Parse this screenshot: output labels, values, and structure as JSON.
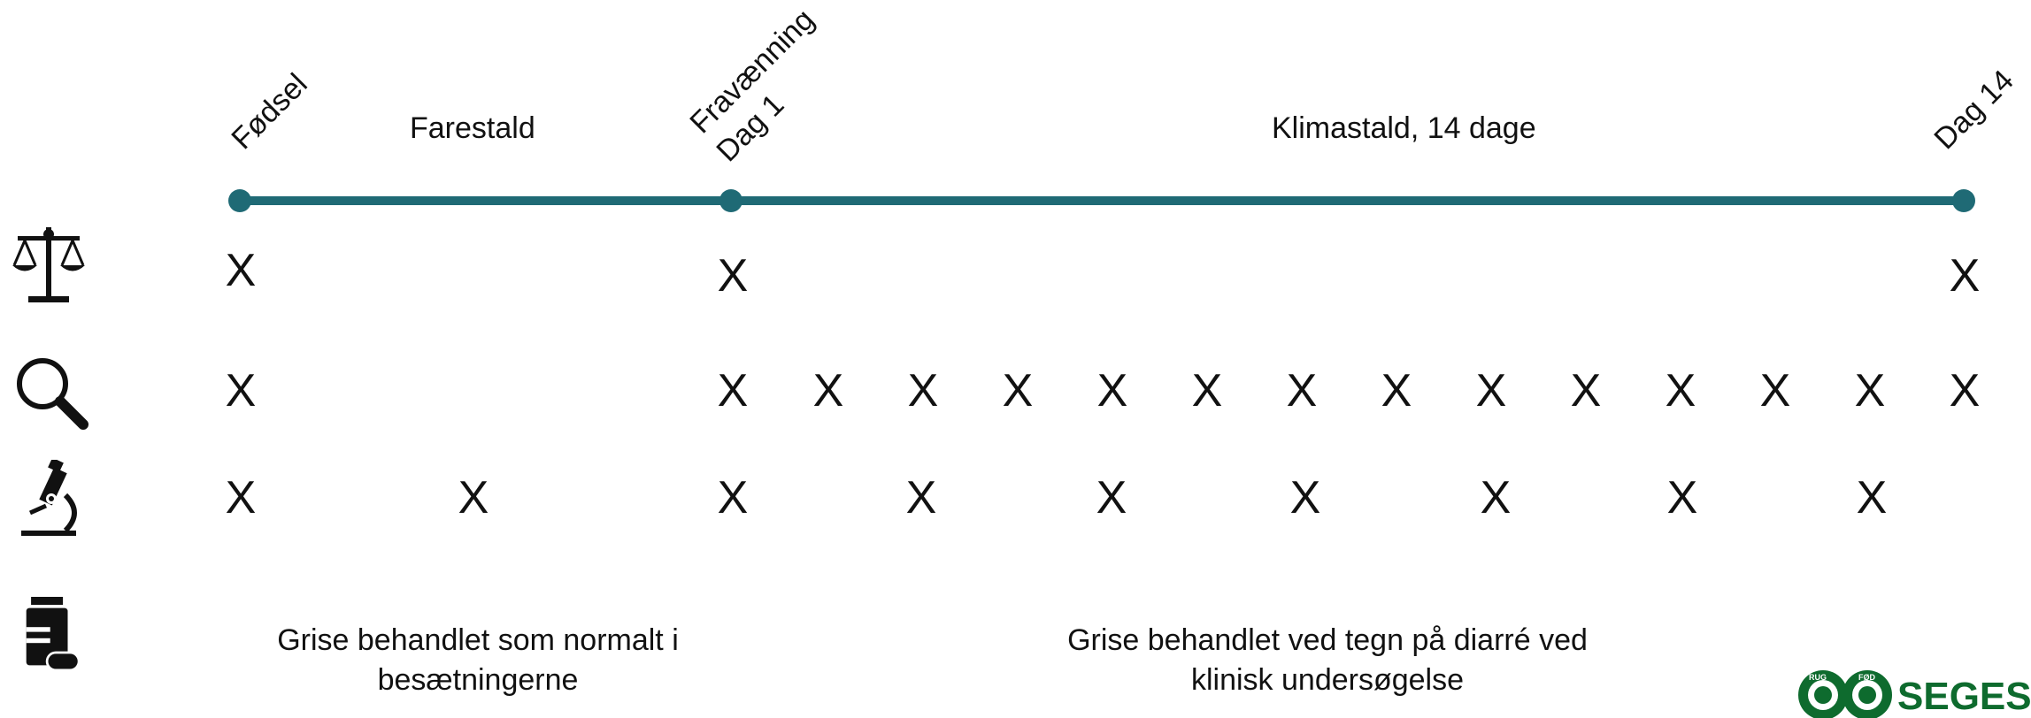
{
  "milestones": {
    "birth": "Fødsel",
    "weaning_line1": "Fravænning",
    "weaning_line2": "Dag 1",
    "day14": "Dag 14"
  },
  "phases": {
    "farrowing": "Farestald",
    "nursery": "Klimastald, 14 dage"
  },
  "rows": [
    {
      "icon": "scale-icon",
      "marks": [
        "X",
        "X",
        "X"
      ]
    },
    {
      "icon": "magnifier-icon",
      "marks": [
        "X",
        "X",
        "X",
        "X",
        "X",
        "X",
        "X",
        "X",
        "X",
        "X",
        "X",
        "X",
        "X",
        "X",
        "X"
      ]
    },
    {
      "icon": "microscope-icon",
      "marks": [
        "X",
        "X",
        "X",
        "X",
        "X",
        "X",
        "X",
        "X",
        "X"
      ]
    },
    {
      "icon": "medicine-icon",
      "marks": []
    }
  ],
  "notes": {
    "left_line1": "Grise behandlet som normalt i",
    "left_line2": "besætningerne",
    "right_line1": "Grise behandlet ved tegn på diarré ved",
    "right_line2": "klinisk undersøgelse"
  },
  "logo": {
    "name": "SEGES",
    "ring_left": "LANDBRUG",
    "ring_right": "FØDEVARER"
  },
  "colors": {
    "timeline": "#1f6a75",
    "logo_green": "#0e6b2e",
    "text": "#111111"
  }
}
